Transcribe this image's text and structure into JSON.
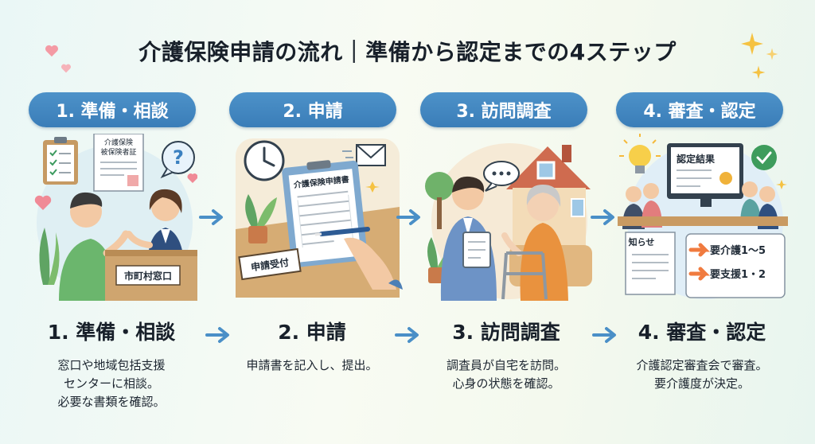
{
  "title": "介護保険申請の流れ｜準備から認定までの4ステップ",
  "steps": [
    {
      "pill": "1. 準備・相談",
      "heading": "1. 準備・相談",
      "description": "窓口や地域包括支援\nセンターに相談。\n必要な書類を確認。",
      "labels": {
        "card_line1": "介護保険",
        "card_line2": "被保険者証",
        "counter": "市町村窓口"
      }
    },
    {
      "pill": "2. 申請",
      "heading": "2. 申請",
      "description": "申請書を記入し、提出。",
      "labels": {
        "form_title": "介護保険申請書",
        "stamp": "申請受付"
      }
    },
    {
      "pill": "3. 訪問調査",
      "heading": "3. 訪問調査",
      "description": "調査員が自宅を訪問。\n心身の状態を確認。",
      "labels": {}
    },
    {
      "pill": "4. 審査・認定",
      "heading": "4. 審査・認定",
      "description": "介護認定審査会で審査。\n要介護度が決定。",
      "labels": {
        "screen": "認定結果",
        "notice": "知らせ",
        "result1": "要介護1〜5",
        "result2": "要支援1・2"
      }
    }
  ],
  "colors": {
    "pill": "#3f86c0",
    "arrow": "#4a8fc7",
    "accent_orange": "#f07b3f"
  }
}
